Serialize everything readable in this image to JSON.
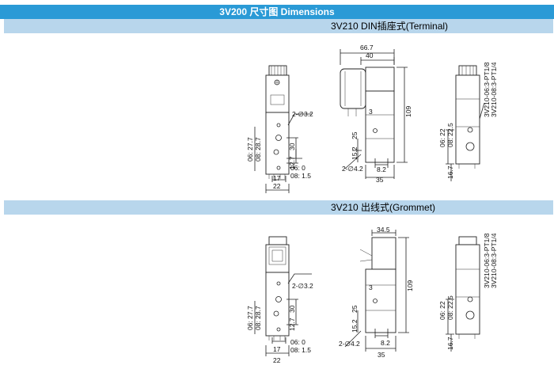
{
  "header": {
    "title": "3V200 尺寸图 Dimensions"
  },
  "sections": [
    {
      "title": "3V210 DIN插座式(Terminal)"
    },
    {
      "title": "3V210 出线式(Grommet)"
    }
  ],
  "dims": {
    "width_total": "66.7",
    "width_body": "40",
    "height": "109",
    "hole_dia": "2-∅3.2",
    "hole_dia2": "2-∅4.2",
    "port_center": "30",
    "d12_7": "12.7",
    "port_06": "06: 27.7",
    "port_08": "08: 28.7",
    "base_06": "06: 0",
    "base_08": "08: 1.5",
    "w17": "17",
    "w22": "22",
    "d3": "3",
    "d25": "25",
    "d15_2": "15.2",
    "d8_2": "8.2",
    "d35": "35",
    "side_06": "06: 22",
    "side_08": "08: 22.5",
    "d16_7": "16.7",
    "model_06": "3V210-06:3-PT1/8",
    "model_08": "3V210-08:3-PT1/4",
    "width_grommet": "34.5"
  }
}
